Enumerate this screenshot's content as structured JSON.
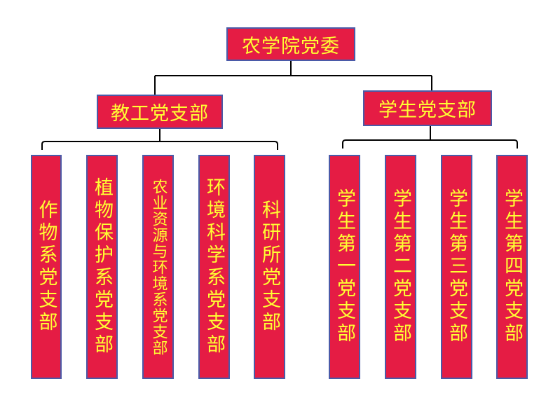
{
  "root": {
    "label": "农学院党委"
  },
  "branches": [
    {
      "label": "教工党支部",
      "children": [
        "作物系党支部",
        "植物保护系党支部",
        "农业资源与环境系党支部",
        "环境科学系党支部",
        "科研所党支部"
      ]
    },
    {
      "label": "学生党支部",
      "children": [
        "学生第一党支部",
        "学生第二党支部",
        "学生第三党支部",
        "学生第四党支部"
      ]
    }
  ],
  "colors": {
    "box_fill": "#e51c44",
    "box_border": "#4a5aa8",
    "text": "#ffff33",
    "line": "#000000"
  }
}
